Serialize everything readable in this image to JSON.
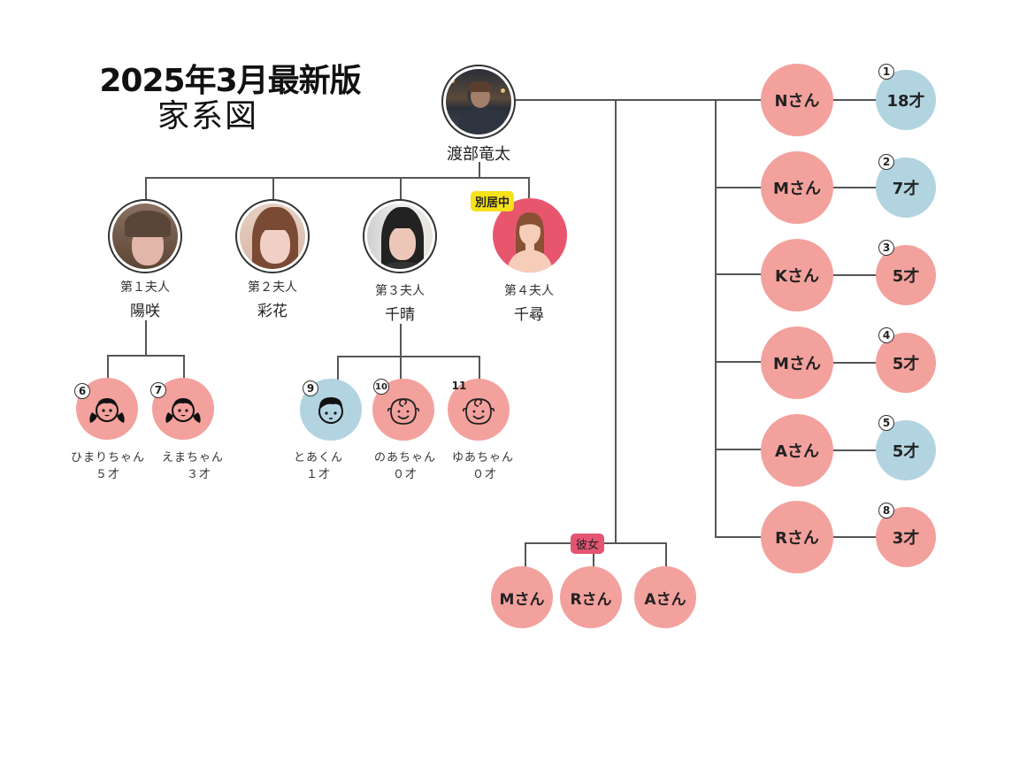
{
  "title": {
    "line1": "2025年3月最新版",
    "line2": "家系図"
  },
  "root": {
    "name": "渡部竜太",
    "icon": "photo-man"
  },
  "wives": [
    {
      "rank": "第１夫人",
      "name": "陽咲",
      "icon": "photo-woman"
    },
    {
      "rank": "第２夫人",
      "name": "彩花",
      "icon": "photo-woman"
    },
    {
      "rank": "第３夫人",
      "name": "千晴",
      "icon": "photo-woman"
    },
    {
      "rank": "第４夫人",
      "name": "千尋",
      "icon": "woman-avatar",
      "badge": "別居中"
    }
  ],
  "children_wife1": [
    {
      "num": "6",
      "name": "ひまりちゃん",
      "age": "５才",
      "icon": "girl-face",
      "color": "#f3a19d"
    },
    {
      "num": "7",
      "name": "えまちゃん",
      "age": "３才",
      "icon": "girl-face",
      "color": "#f3a19d"
    }
  ],
  "children_wife3": [
    {
      "num": "9",
      "name": "とあくん",
      "age": "１才",
      "icon": "boy-face",
      "color": "#b1d4e0"
    },
    {
      "num": "10",
      "name": "のあちゃん",
      "age": "０才",
      "icon": "baby-face",
      "color": "#f3a19d"
    },
    {
      "num": "11",
      "name": "ゆあちゃん",
      "age": "０才",
      "icon": "baby-face",
      "color": "#f3a19d"
    }
  ],
  "other_partners": [
    {
      "name": "Nさん",
      "child": {
        "num": "1",
        "age": "18才",
        "color": "#b1d4e0"
      }
    },
    {
      "name": "Mさん",
      "child": {
        "num": "2",
        "age": "7才",
        "color": "#b1d4e0"
      }
    },
    {
      "name": "Kさん",
      "child": {
        "num": "3",
        "age": "5才",
        "color": "#f3a19d"
      }
    },
    {
      "name": "Mさん",
      "child": {
        "num": "4",
        "age": "5才",
        "color": "#f3a19d"
      }
    },
    {
      "name": "Aさん",
      "child": {
        "num": "5",
        "age": "5才",
        "color": "#b1d4e0"
      }
    },
    {
      "name": "Rさん",
      "child": {
        "num": "8",
        "age": "3才",
        "color": "#f3a19d"
      }
    }
  ],
  "girlfriends": {
    "badge": "彼女",
    "members": [
      {
        "name": "Mさん"
      },
      {
        "name": "Rさん"
      },
      {
        "name": "Aさん"
      }
    ]
  },
  "colors": {
    "pink": "#f3a19d",
    "blue": "#b1d4e0",
    "red": "#e8566e",
    "yellow": "#f7e11a",
    "badge_red": "#e35572"
  }
}
